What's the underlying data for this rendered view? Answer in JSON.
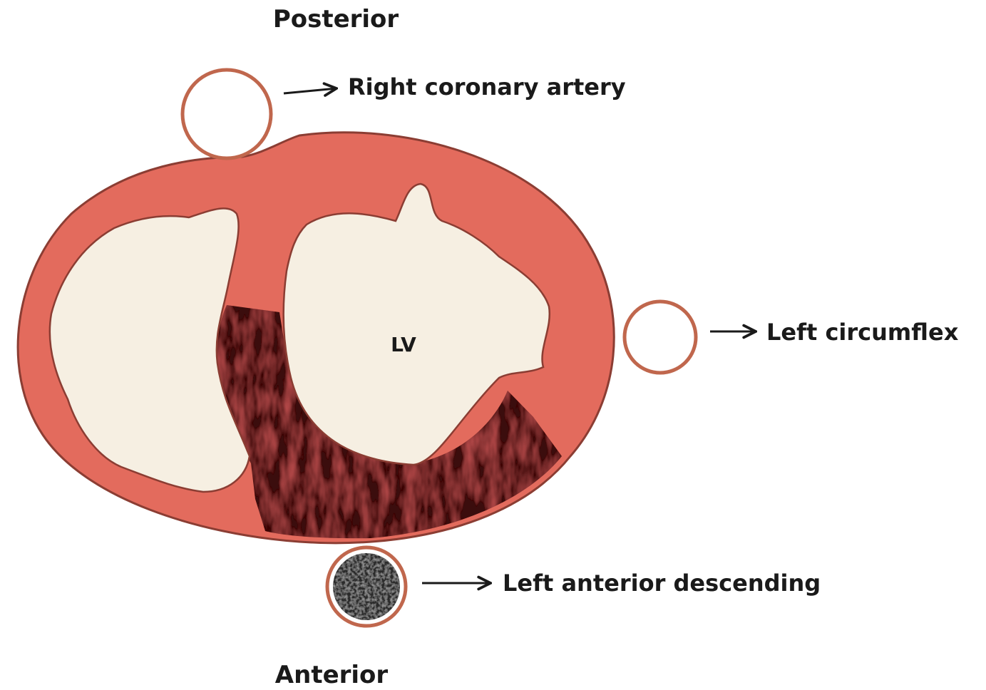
{
  "orientation": {
    "top": "Posterior",
    "bottom": "Anterior"
  },
  "chamber_label": "LV",
  "arteries": [
    {
      "label": "Right coronary artery",
      "occluded": false
    },
    {
      "label": "Left circumflex",
      "occluded": false
    },
    {
      "label": "Left anterior descending",
      "occluded": true
    }
  ],
  "colors": {
    "myocardium": "#e36b5d",
    "myocardium_outline": "#8b3d33",
    "cavity": "#f6efe2",
    "infarct": "#3a0b0b",
    "artery_wall": "#c0674d",
    "occlusion": "#2a2a2a",
    "text": "#1a1a1a"
  }
}
